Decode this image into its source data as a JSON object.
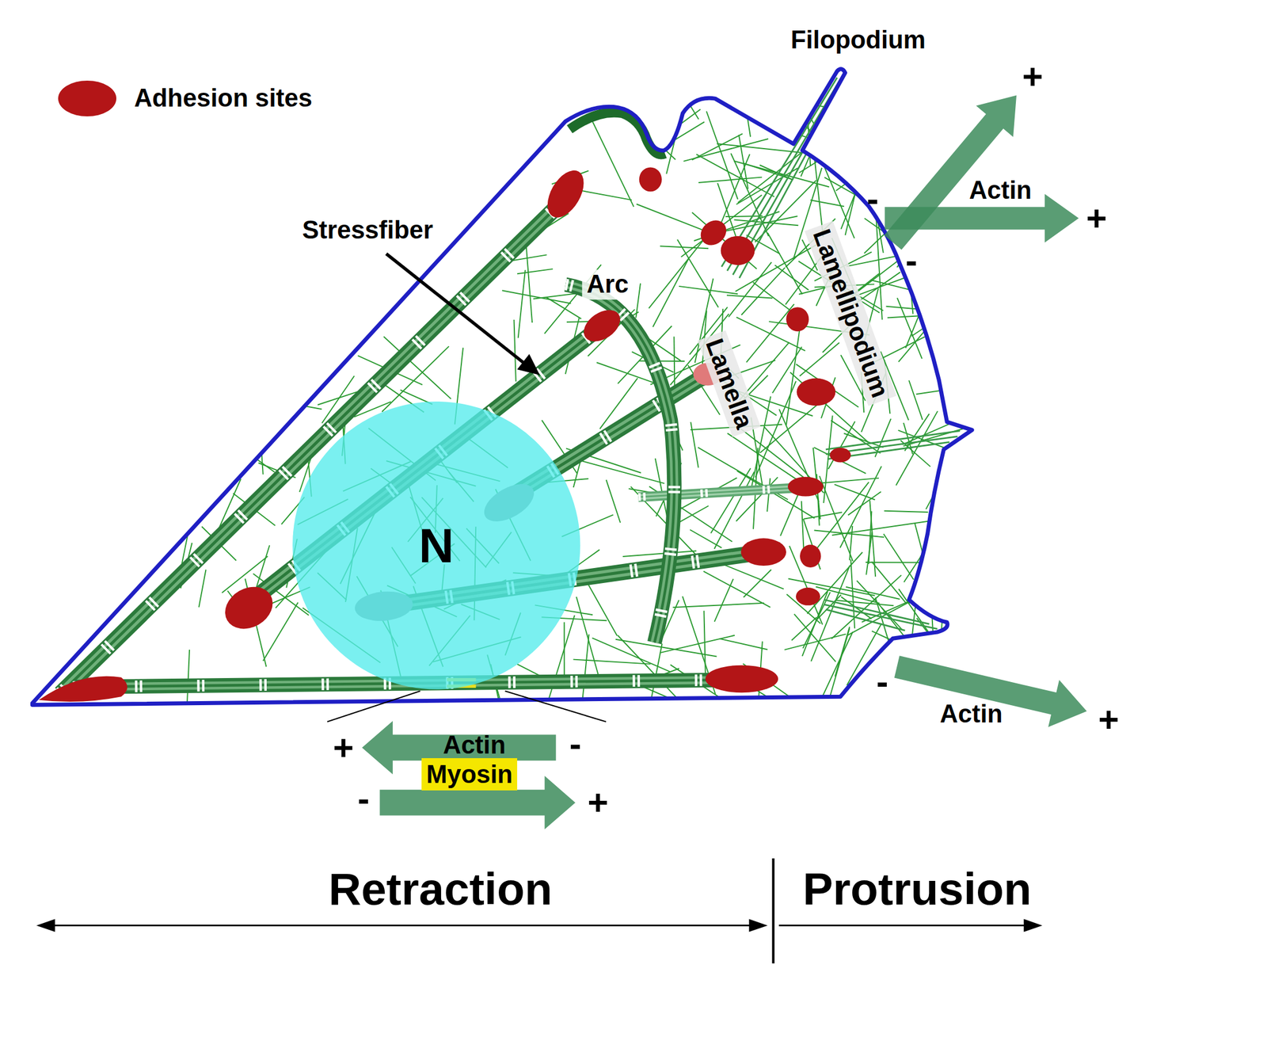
{
  "diagram": {
    "nodes": [
      {
        "text": [
          "N"
        ]
      },
      {
        "text": [
          "Myosin"
        ]
      }
    ],
    "labels": [
      "Filopodium",
      "Stressfiber",
      "Arc",
      "Lamellipodium",
      "Lamella",
      "-",
      "+",
      "Actin",
      "+",
      "-",
      "-",
      "Actin",
      "+",
      "+",
      "Actin",
      "-",
      "-",
      "+",
      "Retraction",
      "Protrusion"
    ],
    "legend": [
      {
        "text": "Adhesion sites",
        "color": "#b31517"
      }
    ]
  }
}
